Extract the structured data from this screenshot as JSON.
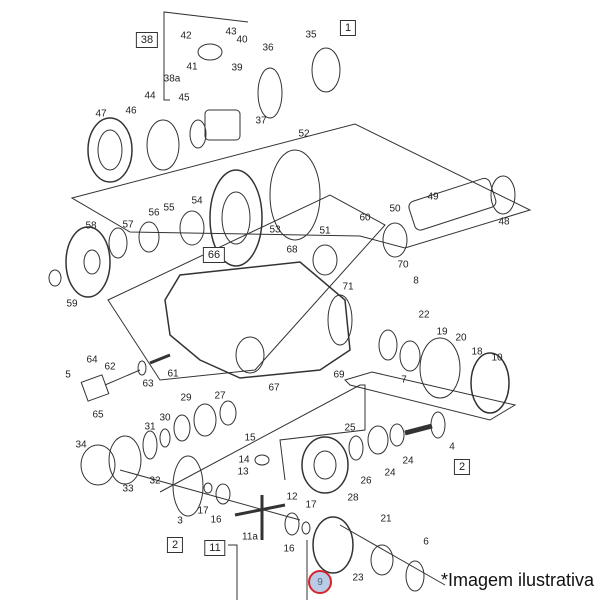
{
  "diagram": {
    "group_labels": [
      "1",
      "38",
      "66",
      "2",
      "2",
      "11"
    ],
    "part_labels": [
      "43",
      "42",
      "40",
      "36",
      "35",
      "41",
      "39",
      "38a",
      "44",
      "45",
      "47",
      "46",
      "37",
      "52",
      "54",
      "55",
      "56",
      "53",
      "58",
      "57",
      "49",
      "50",
      "48",
      "60",
      "51",
      "68",
      "70",
      "8",
      "71",
      "59",
      "22",
      "19",
      "20",
      "18",
      "10",
      "64",
      "62",
      "5",
      "63",
      "61",
      "67",
      "69",
      "7",
      "65",
      "29",
      "27",
      "30",
      "31",
      "25",
      "4",
      "34",
      "15",
      "14",
      "24",
      "24",
      "13",
      "26",
      "32",
      "33",
      "12",
      "28",
      "17",
      "16",
      "3",
      "17",
      "21",
      "11a",
      "16",
      "6",
      "23"
    ],
    "selected_part": "9",
    "note": "*Imagem ilustrativa",
    "colors": {
      "selected_border": "#d8232a",
      "selected_fill": "#b9cbe6",
      "line": "#333333"
    }
  }
}
